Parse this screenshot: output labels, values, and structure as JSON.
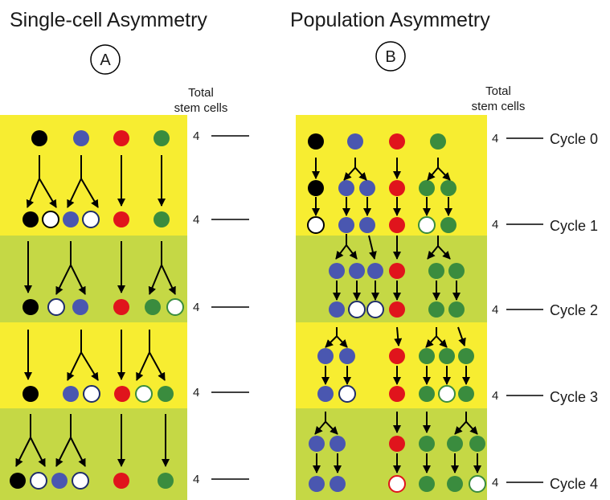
{
  "panel_a": {
    "title": "Single-cell Asymmetry",
    "badge": "A",
    "header_line1": "Total",
    "header_line2": "stem cells",
    "counts": [
      "4",
      "4",
      "4",
      "4",
      "4"
    ]
  },
  "panel_b": {
    "title": "Population Asymmetry",
    "badge": "B",
    "header_line1": "Total",
    "header_line2": "stem cells",
    "counts": [
      "4",
      "4",
      "4",
      "4",
      "4"
    ],
    "cycles": [
      "Cycle 0",
      "Cycle 1",
      "Cycle 2",
      "Cycle 3",
      "Cycle 4"
    ]
  },
  "colors": {
    "yellow": "#f7ed31",
    "olive": "#c5d845",
    "black": "#000000",
    "blue": "#4a57b0",
    "red": "#e0141c",
    "green": "#3a8c3e",
    "white": "#ffffff"
  }
}
